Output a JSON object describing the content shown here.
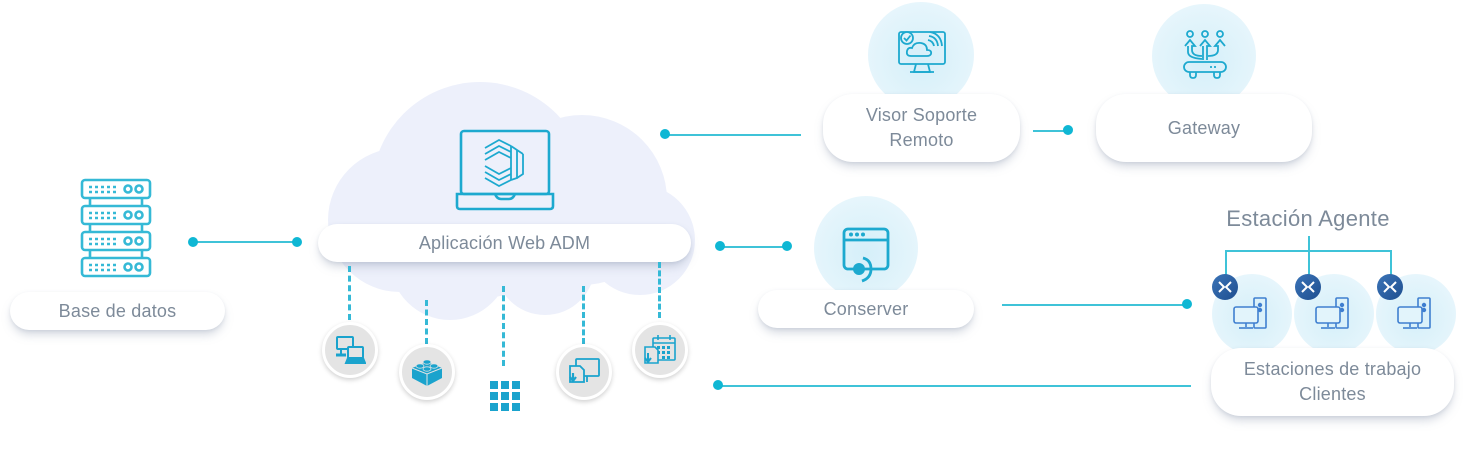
{
  "diagram": {
    "accent_color": "#0fb7d4",
    "label_color": "#7d8a99",
    "nodes": {
      "database": {
        "label": "Base de datos",
        "icon": "server-rack-icon"
      },
      "web_app": {
        "label": "Aplicación Web ADM",
        "icon": "laptop-logo-icon"
      },
      "remote_viewer": {
        "label_line1": "Visor Soporte",
        "label_line2": "Remoto",
        "icon": "monitor-cloud-icon"
      },
      "gateway": {
        "label": "Gateway",
        "icon": "gateway-router-icon"
      },
      "conserver": {
        "label": "Conserver",
        "icon": "browser-console-icon"
      },
      "agent_station": {
        "title": "Estación Agente",
        "label_line1": "Estaciones de trabajo",
        "label_line2": "Clientes",
        "icon": "desktop-pc-icon",
        "badge_icon": "remote-desktop-icon",
        "count": 3
      }
    },
    "modules": [
      {
        "icon": "multi-monitor-icon"
      },
      {
        "icon": "lego-block-icon"
      },
      {
        "icon": "app-grid-icon"
      },
      {
        "icon": "monitor-download-icon"
      },
      {
        "icon": "calendar-download-icon"
      }
    ]
  }
}
